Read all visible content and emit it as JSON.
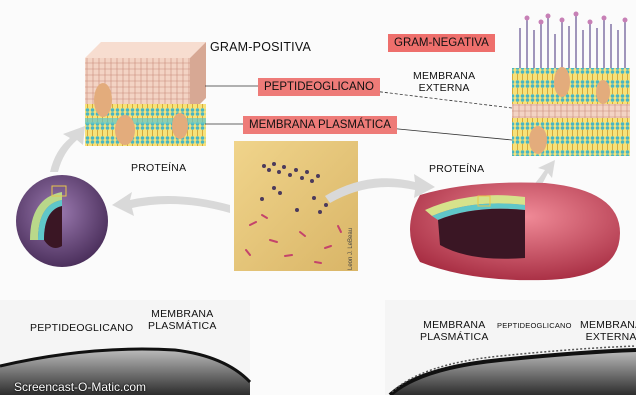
{
  "labels": {
    "gram_positive": "GRAM-POSITIVA",
    "gram_negative": "GRAM-NEGATIVA",
    "peptidoglycan_tag": "PEPTIDEOGLICANO",
    "plasma_membrane_tag": "MEMBRANA PLASMÁTICA",
    "outer_membrane": "MEMBRANA\nEXTERNA",
    "protein_left": "PROTEÍNA",
    "protein_right": "PROTEÍNA",
    "micro_credit": "Leon J. LeBeau"
  },
  "micrographs": {
    "left_peptidoglycan": "PEPTIDEOGLICANO",
    "left_plasma": "MEMBRANA\nPLASMÁTICA",
    "right_plasma": "MEMBRANA\nPLASMÁTICA",
    "right_peptidoglycan": "PEPTIDEOGLICANO",
    "right_outer": "MEMBRANA\nEXTERNA"
  },
  "watermark": "Screencast-O-Matic.com",
  "colors": {
    "tag_bg": "#ee7b78",
    "tag_title_bg": "#ee6f6c",
    "cell_purple": "#5b3a6e",
    "cell_red": "#c5384a",
    "membrane_teal": "#5fc7c9",
    "lipid_yellow": "#e9c64a",
    "protein_tan": "#e3ac7c",
    "micrograph_bg": "#e7c77a"
  }
}
